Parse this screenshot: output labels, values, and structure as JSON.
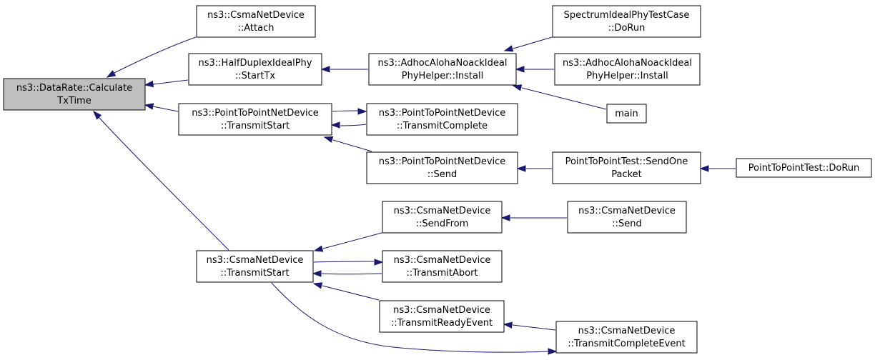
{
  "graph": {
    "nodes": [
      {
        "id": "root",
        "lines": [
          "ns3::DataRate::Calculate",
          "TxTime"
        ],
        "root": true
      },
      {
        "id": "csma_attach",
        "lines": [
          "ns3::CsmaNetDevice",
          "::Attach"
        ]
      },
      {
        "id": "halfduplex_starttx",
        "lines": [
          "ns3::HalfDuplexIdealPhy",
          "::StartTx"
        ]
      },
      {
        "id": "p2p_transmitstart",
        "lines": [
          "ns3::PointToPointNetDevice",
          "::TransmitStart"
        ]
      },
      {
        "id": "csma_transmitstart",
        "lines": [
          "ns3::CsmaNetDevice",
          "::TransmitStart"
        ]
      },
      {
        "id": "adhoc_install_1",
        "lines": [
          "ns3::AdhocAlohaNoackIdeal",
          "PhyHelper::Install"
        ]
      },
      {
        "id": "p2p_transmitcomplete",
        "lines": [
          "ns3::PointToPointNetDevice",
          "::TransmitComplete"
        ]
      },
      {
        "id": "p2p_send",
        "lines": [
          "ns3::PointToPointNetDevice",
          "::Send"
        ]
      },
      {
        "id": "spectrum_dorun",
        "lines": [
          "SpectrumIdealPhyTestCase",
          "::DoRun"
        ]
      },
      {
        "id": "adhoc_install_2",
        "lines": [
          "ns3::AdhocAlohaNoackIdeal",
          "PhyHelper::Install"
        ]
      },
      {
        "id": "main",
        "lines": [
          "main"
        ]
      },
      {
        "id": "p2ptest_sendone",
        "lines": [
          "PointToPointTest::SendOne",
          "Packet"
        ]
      },
      {
        "id": "p2ptest_dorun",
        "lines": [
          "PointToPointTest::DoRun"
        ]
      },
      {
        "id": "csma_sendfrom",
        "lines": [
          "ns3::CsmaNetDevice",
          "::SendFrom"
        ]
      },
      {
        "id": "csma_send",
        "lines": [
          "ns3::CsmaNetDevice",
          "::Send"
        ]
      },
      {
        "id": "csma_transmitabort",
        "lines": [
          "ns3::CsmaNetDevice",
          "::TransmitAbort"
        ]
      },
      {
        "id": "csma_transmitready",
        "lines": [
          "ns3::CsmaNetDevice",
          "::TransmitReadyEvent"
        ]
      },
      {
        "id": "csma_transmitcomplete",
        "lines": [
          "ns3::CsmaNetDevice",
          "::TransmitCompleteEvent"
        ]
      }
    ],
    "edges": [
      {
        "from": "csma_attach",
        "to": "root"
      },
      {
        "from": "halfduplex_starttx",
        "to": "root"
      },
      {
        "from": "p2p_transmitstart",
        "to": "root"
      },
      {
        "from": "csma_transmitstart",
        "to": "root"
      },
      {
        "from": "adhoc_install_1",
        "to": "halfduplex_starttx"
      },
      {
        "from": "spectrum_dorun",
        "to": "adhoc_install_1"
      },
      {
        "from": "adhoc_install_2",
        "to": "adhoc_install_1"
      },
      {
        "from": "main",
        "to": "adhoc_install_1"
      },
      {
        "from": "p2p_transmitstart",
        "to": "p2p_transmitcomplete"
      },
      {
        "from": "p2p_transmitcomplete",
        "to": "p2p_transmitstart"
      },
      {
        "from": "p2p_send",
        "to": "p2p_transmitstart"
      },
      {
        "from": "p2ptest_sendone",
        "to": "p2p_send"
      },
      {
        "from": "p2ptest_dorun",
        "to": "p2ptest_sendone"
      },
      {
        "from": "csma_sendfrom",
        "to": "csma_transmitstart"
      },
      {
        "from": "csma_send",
        "to": "csma_sendfrom"
      },
      {
        "from": "csma_transmitstart",
        "to": "csma_transmitabort"
      },
      {
        "from": "csma_transmitabort",
        "to": "csma_transmitstart"
      },
      {
        "from": "csma_transmitready",
        "to": "csma_transmitstart"
      },
      {
        "from": "csma_transmitcomplete",
        "to": "csma_transmitready"
      },
      {
        "from": "csma_transmitstart",
        "to": "csma_transmitcomplete"
      }
    ],
    "colors": {
      "edge": "#191970",
      "root_fill": "#bfbfbf",
      "node_fill": "#ffffff",
      "node_border": "#000000"
    }
  }
}
